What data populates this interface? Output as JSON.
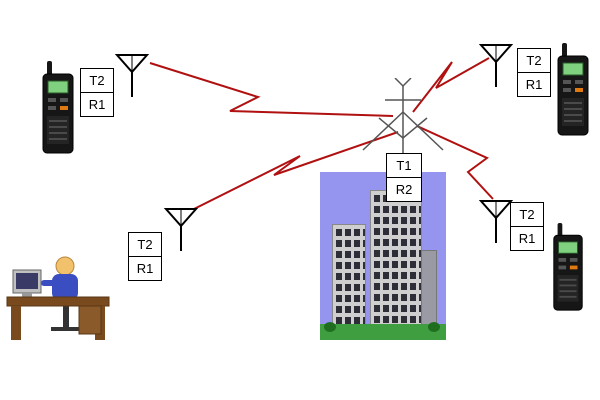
{
  "repeater": {
    "tx": "T1",
    "rx": "R2"
  },
  "stations": [
    {
      "id": "top-left",
      "tx": "T2",
      "rx": "R1"
    },
    {
      "id": "top-right",
      "tx": "T2",
      "rx": "R1"
    },
    {
      "id": "right",
      "tx": "T2",
      "rx": "R1"
    },
    {
      "id": "dispatcher",
      "tx": "T2",
      "rx": "R1"
    }
  ],
  "colors": {
    "signal_line": "#b01010",
    "building_backdrop": "#9595f0",
    "tower_window": "#2e2e38",
    "tower_frame": "#cfcfcf",
    "ground_green": "#3f9e3f",
    "radio_body": "#161616",
    "radio_screen": "#7fd07f",
    "label_box_bg": "#ffffff",
    "label_box_border": "#000000",
    "desk_wood": "#7a4a1f"
  }
}
